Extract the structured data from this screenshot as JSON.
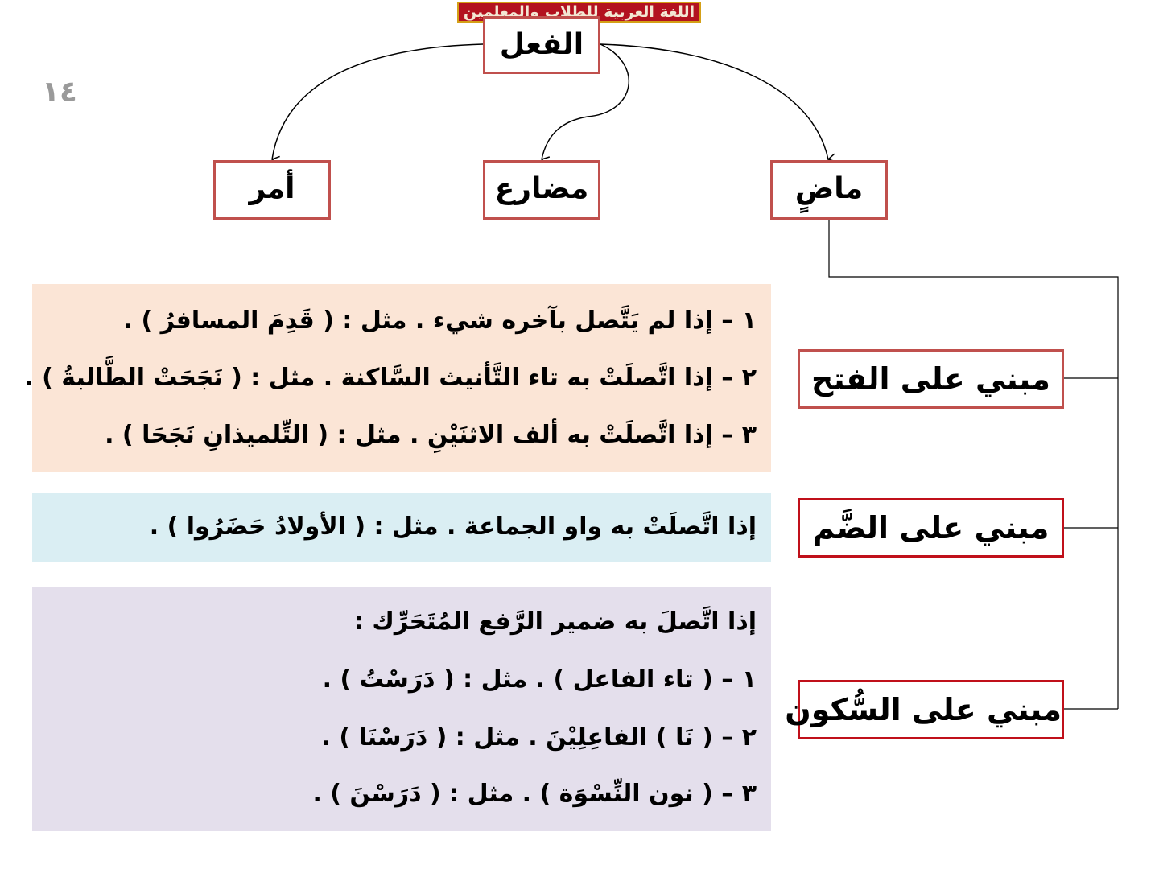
{
  "banner": {
    "text": "اللغة العربية للطلاب والمعلمين"
  },
  "page_number": "١٤",
  "root": {
    "label": "الفعل"
  },
  "verbs": {
    "madi": "ماضٍ",
    "mudari": "مضارع",
    "amr": "أمر"
  },
  "categories": {
    "fath": "مبني على الفتح",
    "damm": "مبني على الضَّم",
    "sukun": "مبني على السُّكون"
  },
  "rules": {
    "fath": [
      "١ – إذا لم يَتَّصل بآخره شيء . مثل : ( قَدِمَ المسافرُ ) .",
      "٢ – إذا اتَّصلَتْ به تاء التَّأنيث السَّاكنة . مثل : ( نَجَحَتْ الطَّالبةُ ) .",
      "٣ – إذا اتَّصلَتْ به ألف الاثنَيْنِ . مثل : ( التِّلميذانِ نَجَحَا ) ."
    ],
    "damm": [
      "إذا اتَّصلَتْ به واو الجماعة . مثل : ( الأولادُ حَضَرُوا ) ."
    ],
    "sukun": [
      "إذا اتَّصلَ به ضمير الرَّفع المُتَحَرِّك :",
      "١ – ( تاء الفاعل ) . مثل : ( دَرَسْتُ ) .",
      "٢ – ( نَا ) الفاعِلِيْنَ . مثل : ( دَرَسْنَا ) .",
      "٣ – ( نون النِّسْوَة ) . مثل : ( دَرَسْنَ ) ."
    ]
  },
  "colors": {
    "box_border": "#c0504d",
    "box_border_dark": "#c0101a",
    "panel_fath": "#fbe5d6",
    "panel_damm": "#daeef3",
    "panel_sukun": "#e4dfec",
    "page_number": "#9a9a9a",
    "banner_bg": "#b3121f"
  }
}
